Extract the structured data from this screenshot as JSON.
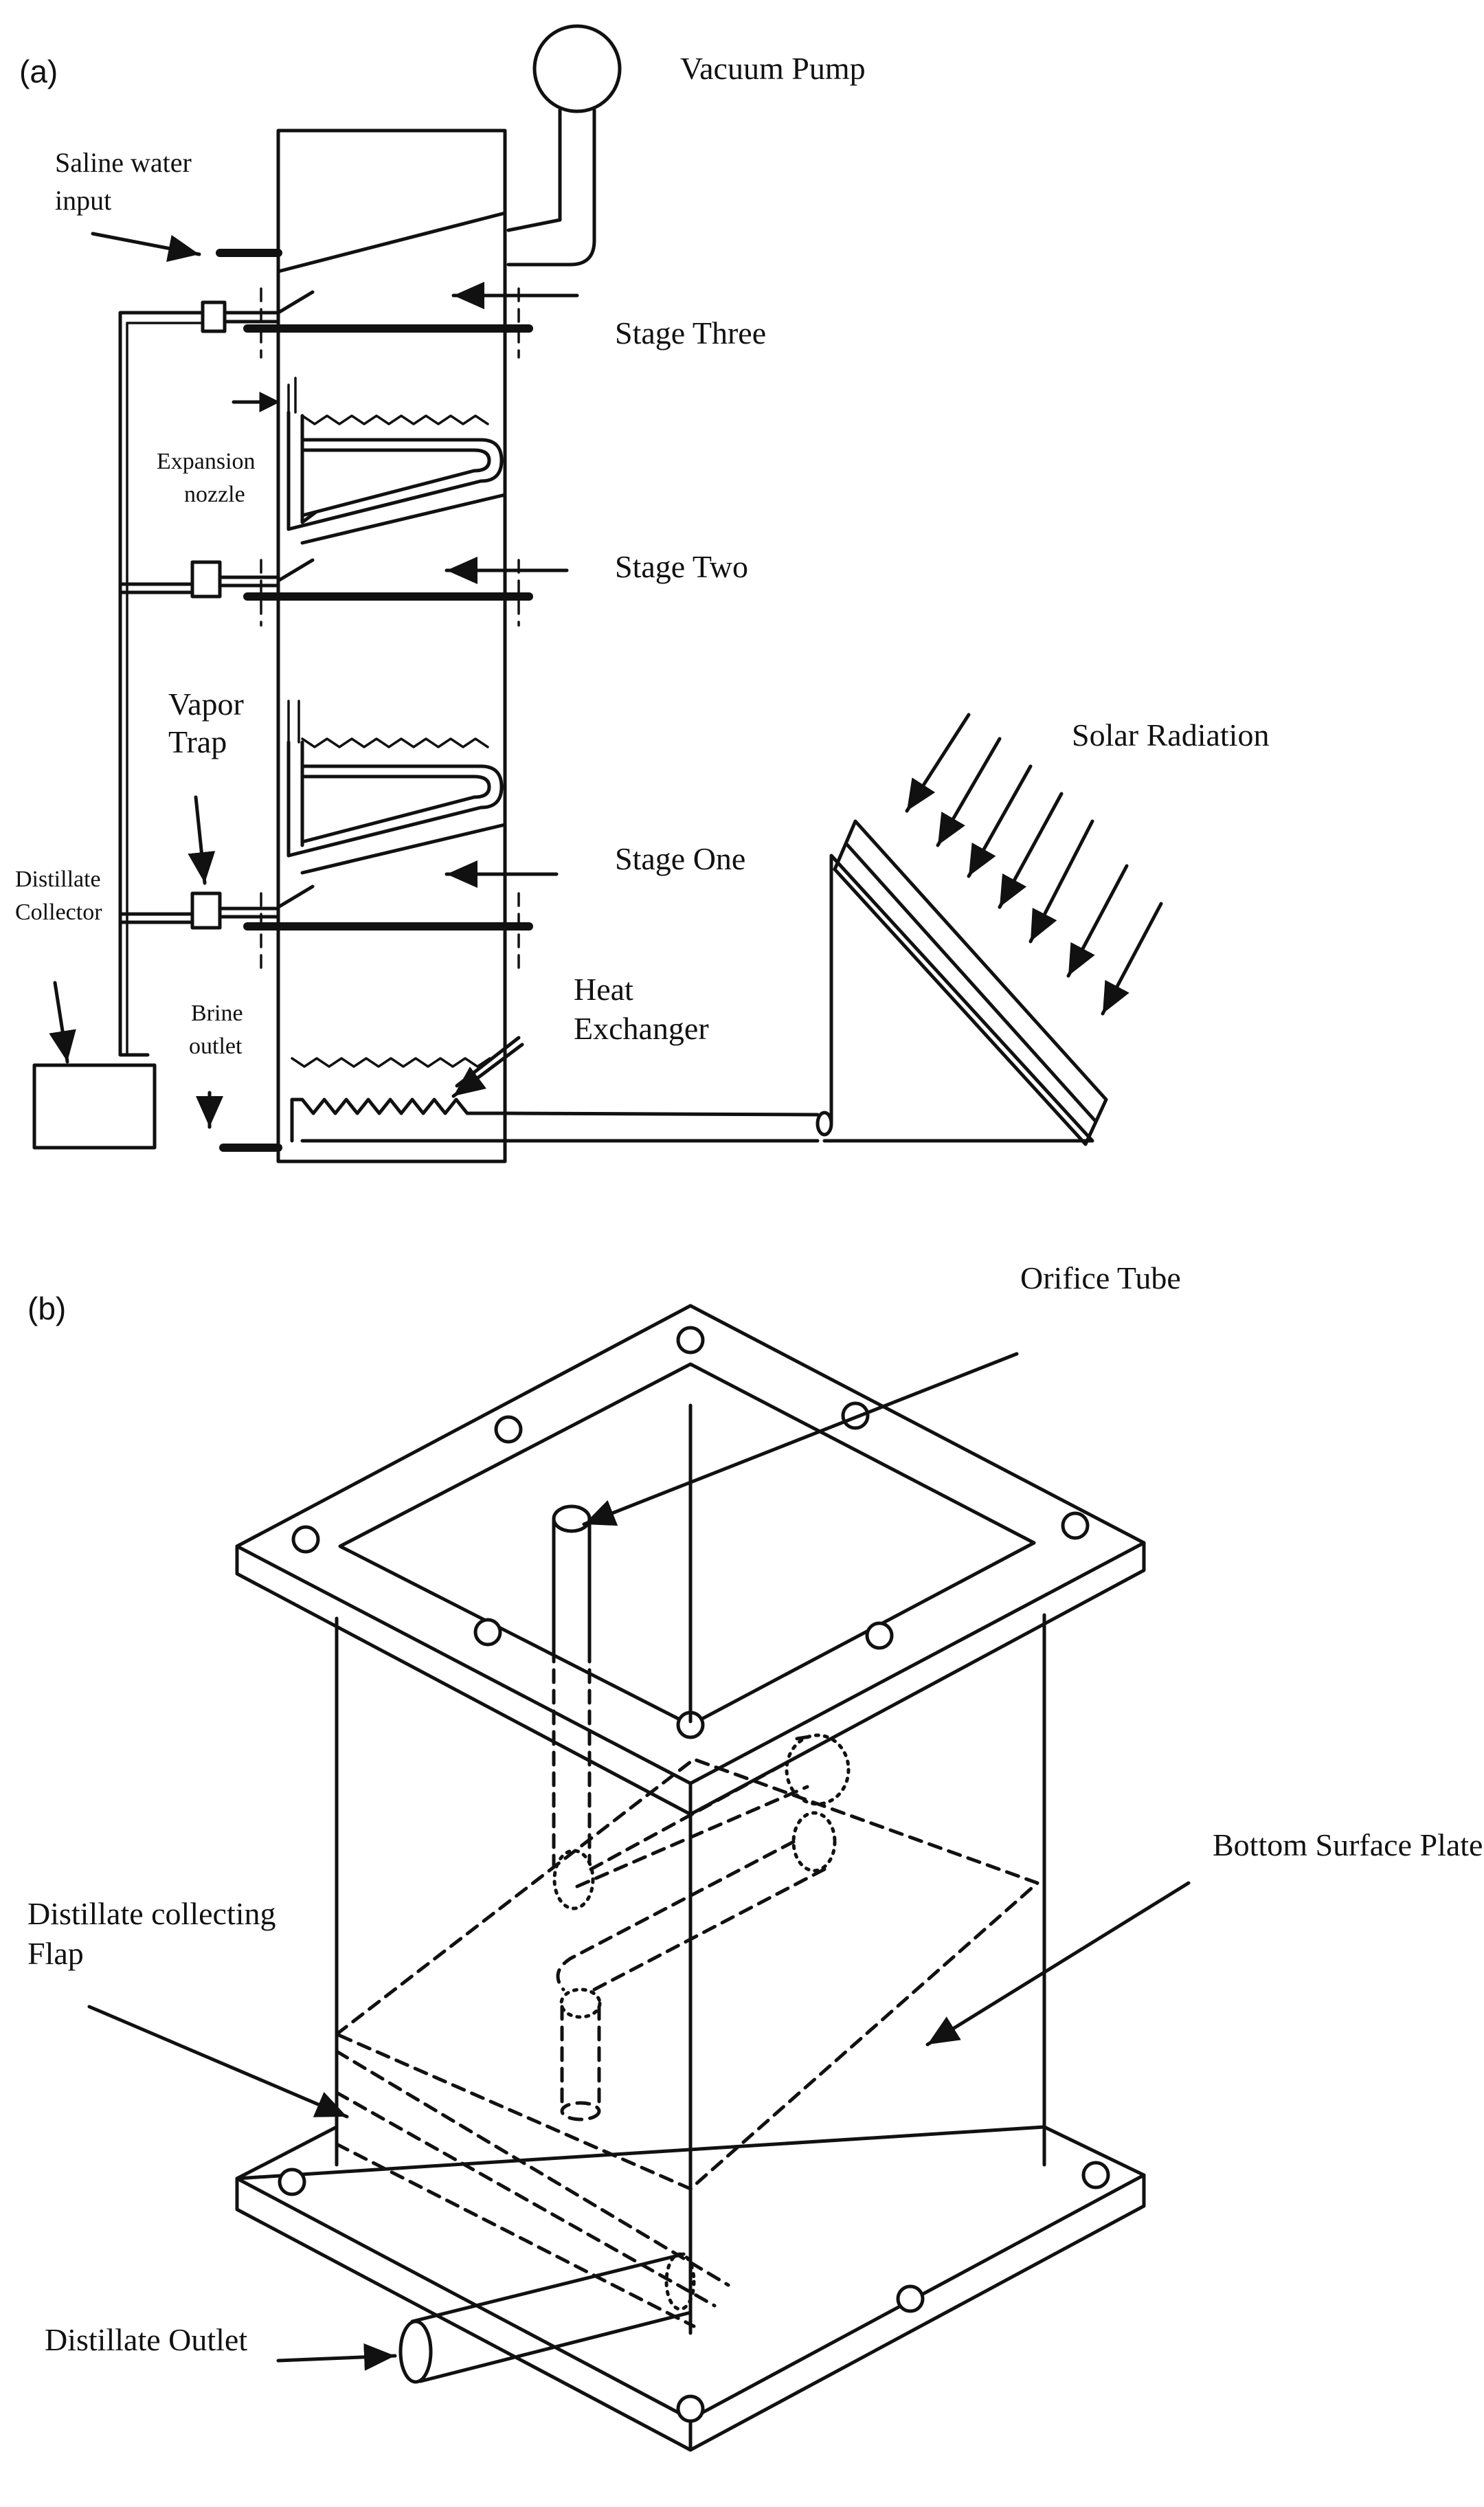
{
  "panel_a": {
    "tag": "(a)",
    "labels": {
      "vacuum_pump": "Vacuum Pump",
      "saline_line1": "Saline water",
      "saline_line2": "input",
      "stage_three": "Stage Three",
      "expansion_line1": "Expansion",
      "expansion_line2": "nozzle",
      "stage_two": "Stage Two",
      "vapor_line1": "Vapor",
      "vapor_line2": "Trap",
      "solar_radiation": "Solar Radiation",
      "stage_one": "Stage One",
      "distillate_line1": "Distillate",
      "distillate_line2": "Collector",
      "brine_line1": "Brine",
      "brine_line2": "outlet",
      "heat_line1": "Heat",
      "heat_line2": "Exchanger"
    }
  },
  "panel_b": {
    "tag": "(b)",
    "labels": {
      "orifice_tube": "Orifice Tube",
      "bottom_surface_plate": "Bottom Surface Plate",
      "flap_line1": "Distillate collecting",
      "flap_line2": "Flap",
      "distillate_outlet": "Distillate Outlet"
    }
  },
  "colors": {
    "ink": "#111111",
    "paper": "#ffffff"
  }
}
